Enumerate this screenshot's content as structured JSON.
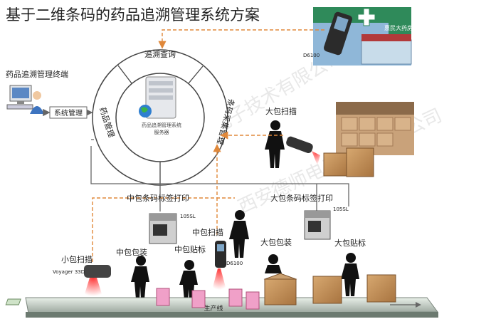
{
  "title": "基于二维条码的药品追溯管理系统方案",
  "watermark": "西安德师电子技术有限公司",
  "ring": {
    "top_label": "追溯查询",
    "left_label": "药品管理",
    "right_label": "条码采集管理",
    "center_caption_1": "药品追溯管理系统",
    "center_caption_2": "服务器"
  },
  "terminal": {
    "label": "药品追溯管理终端",
    "link_label": "系统管理"
  },
  "pharmacy": {
    "device": "D6100",
    "sign": "惠民大药房"
  },
  "stations": {
    "big_scan": "大包扫描",
    "mid_print": "中包条码标签打印",
    "big_print": "大包条码标签打印",
    "printer_model_1": "105SL",
    "printer_model_2": "105SL",
    "mid_scan": "中包扫描",
    "mid_scan_device": "D6100",
    "small_scan": "小包扫描",
    "small_scan_device": "Voyager 33D",
    "mid_pack": "中包包装",
    "mid_label": "中包贴标",
    "big_pack": "大包包装",
    "big_label": "大包贴标",
    "production_line": "生产线"
  },
  "colors": {
    "arrow_orange": "#e0883a",
    "line_gray": "#666666",
    "red_beam": "#e53935"
  }
}
